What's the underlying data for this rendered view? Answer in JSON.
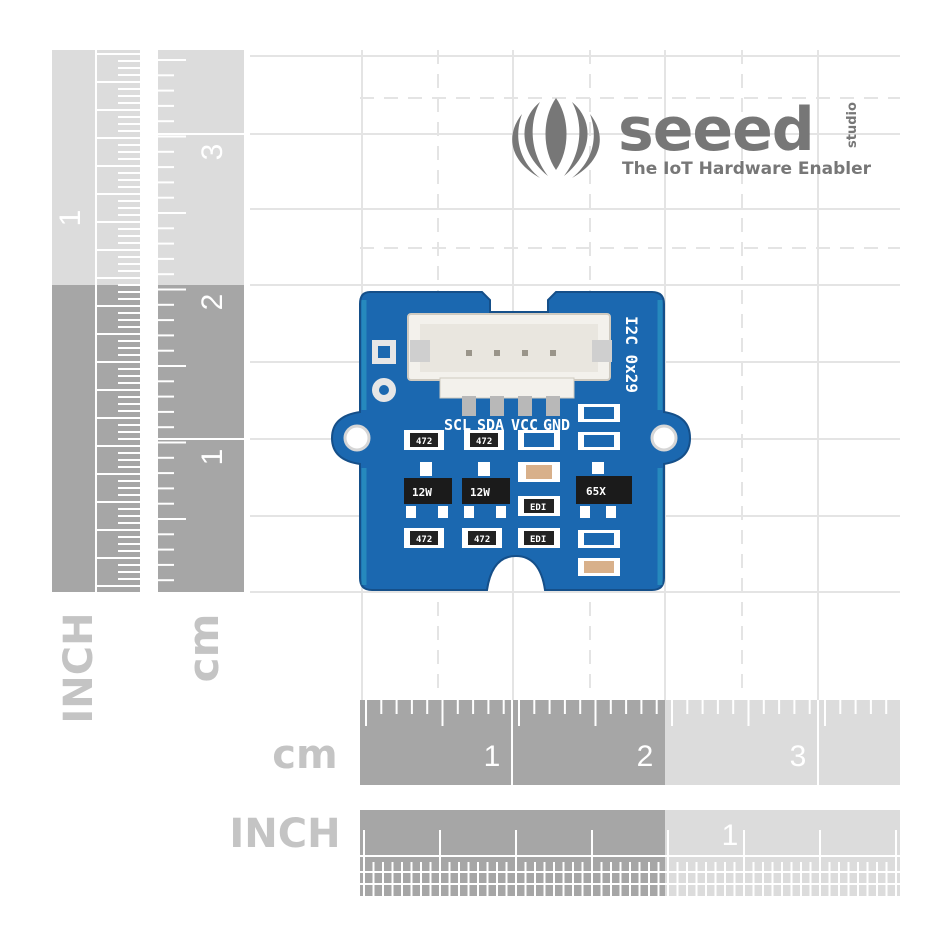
{
  "brand": {
    "name": "seeed",
    "sub": "studio",
    "tagline": "The IoT Hardware Enabler",
    "logo_icon": "seeed-lotus-icon",
    "color": "#777777"
  },
  "rulers": {
    "inch_label": "INCH",
    "cm_label": "cm",
    "vertical_cm_numbers": [
      "1",
      "2",
      "3"
    ],
    "vertical_inch_numbers": [
      "1"
    ],
    "horizontal_cm_numbers": [
      "1",
      "2",
      "3"
    ],
    "horizontal_inch_numbers": [
      "1"
    ],
    "dark_color": "#a6a6a6",
    "light_color": "#dcdcdc"
  },
  "board": {
    "color": "#1b68b0",
    "header_labels": [
      "SCL",
      "SDA",
      "VCC",
      "GND"
    ],
    "side_label": "I2C 0x29",
    "resistor_code": "472",
    "transistor_code": "12W",
    "regulator_code": "65X",
    "diode_code": "EDI"
  }
}
